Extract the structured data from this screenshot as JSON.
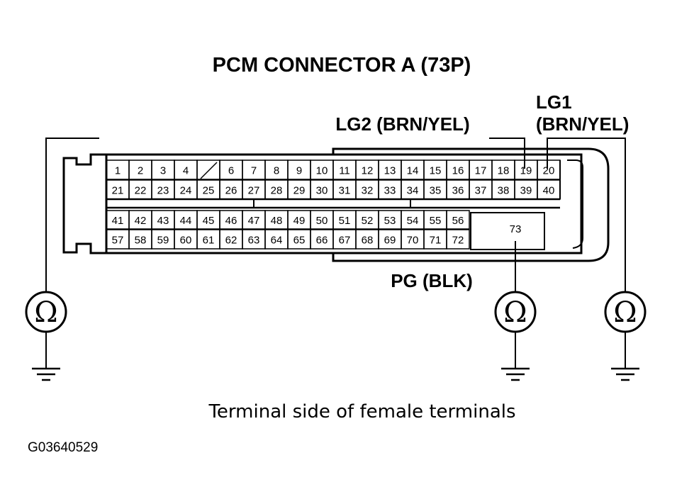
{
  "title": "PCM CONNECTOR A (73P)",
  "labels": {
    "lg2": "LG2 (BRN/YEL)",
    "lg1_line1": "LG1",
    "lg1_line2": "(BRN/YEL)",
    "pg": "PG (BLK)"
  },
  "caption": "Terminal side of female terminals",
  "figure_id": "G03640529",
  "ohm_symbol": "Ω",
  "connector": {
    "row1": [
      "1",
      "2",
      "3",
      "4",
      "",
      "6",
      "7",
      "8",
      "9",
      "10",
      "11",
      "12",
      "13",
      "14",
      "15",
      "16",
      "17",
      "18",
      "19",
      "20"
    ],
    "row2": [
      "21",
      "22",
      "23",
      "24",
      "25",
      "26",
      "27",
      "28",
      "29",
      "30",
      "31",
      "32",
      "33",
      "34",
      "35",
      "36",
      "37",
      "38",
      "39",
      "40"
    ],
    "row3": [
      "41",
      "42",
      "43",
      "44",
      "45",
      "46",
      "47",
      "48",
      "49",
      "50",
      "51",
      "52",
      "53",
      "54",
      "55",
      "56"
    ],
    "row4": [
      "57",
      "58",
      "59",
      "60",
      "61",
      "62",
      "63",
      "64",
      "65",
      "66",
      "67",
      "68",
      "69",
      "70",
      "71",
      "72"
    ],
    "big_terminal": "73"
  },
  "colors": {
    "ink": "#000000",
    "paper": "#ffffff"
  }
}
